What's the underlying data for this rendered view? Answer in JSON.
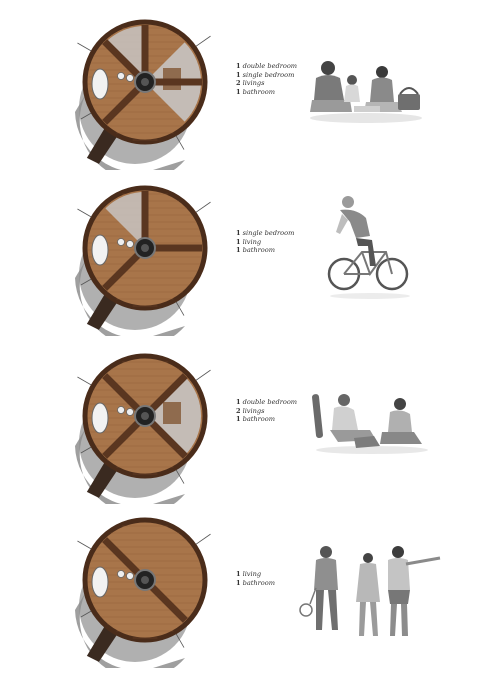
{
  "colors": {
    "wood": "#8a5a36",
    "wood_light": "#a8754a",
    "rim": "#4a2c1a",
    "shadow": "#8e8e8e",
    "floor_gray": "#c9c9c9"
  },
  "units": [
    {
      "legend": [
        {
          "n": "1",
          "label": "double bedroom"
        },
        {
          "n": "1",
          "label": "single bedroom"
        },
        {
          "n": "2",
          "label": "livings"
        },
        {
          "n": "1",
          "label": "bathroom"
        }
      ],
      "partition": "four",
      "people_scene": "family-picnic"
    },
    {
      "legend": [
        {
          "n": "1",
          "label": "single bedroom"
        },
        {
          "n": "1",
          "label": "living"
        },
        {
          "n": "1",
          "label": "bathroom"
        }
      ],
      "partition": "three",
      "people_scene": "cyclist"
    },
    {
      "legend": [
        {
          "n": "1",
          "label": "double bedroom"
        },
        {
          "n": "2",
          "label": "livings"
        },
        {
          "n": "1",
          "label": "bathroom"
        }
      ],
      "partition": "x",
      "people_scene": "couple-sitting"
    },
    {
      "legend": [
        {
          "n": "1",
          "label": "living"
        },
        {
          "n": "1",
          "label": "bathroom"
        }
      ],
      "partition": "two",
      "people_scene": "friends-walking"
    }
  ]
}
